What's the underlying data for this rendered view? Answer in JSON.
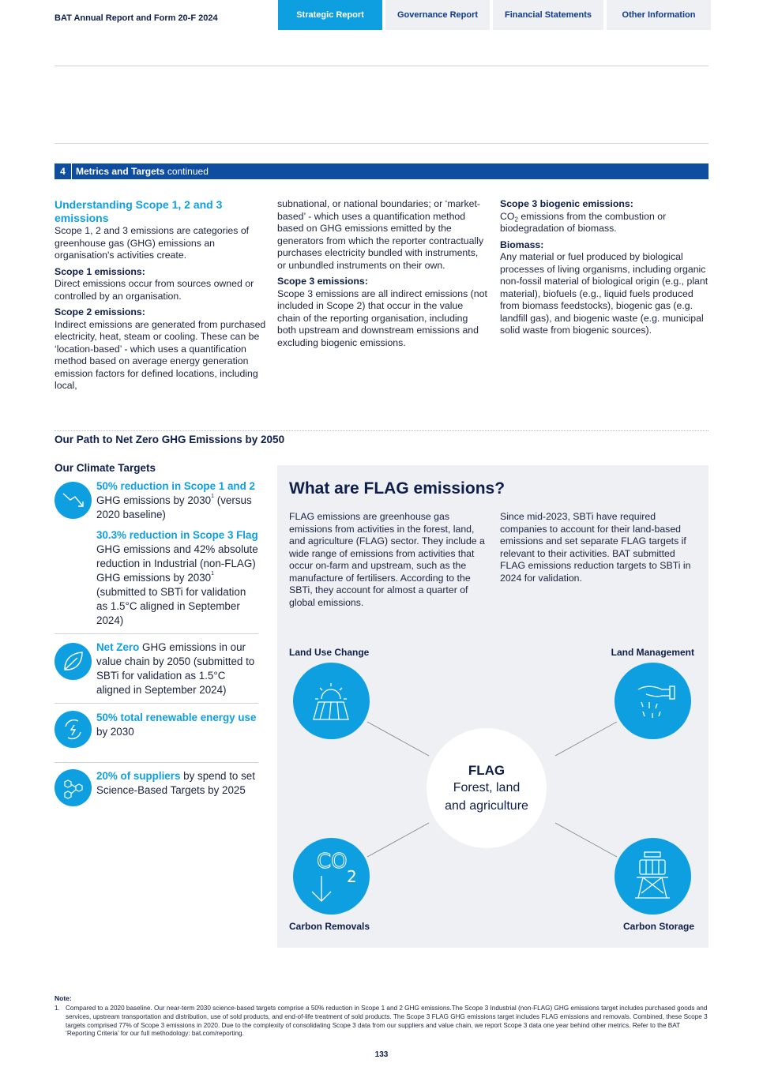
{
  "header": {
    "report_title": "BAT Annual Report and Form 20-F 2024",
    "tabs": [
      {
        "label": "Strategic Report"
      },
      {
        "label": "Governance Report"
      },
      {
        "label": "Financial Statements"
      },
      {
        "label": "Other Information"
      }
    ]
  },
  "section": {
    "number": "4",
    "title": "Metrics and Targets",
    "suffix": " continued"
  },
  "scope": {
    "heading": "Understanding Scope 1, 2 and 3 emissions",
    "intro": "Scope 1, 2 and 3 emissions are categories of greenhouse gas (GHG) emissions an organisation's activities create.",
    "s1_head": "Scope 1 emissions:",
    "s1_text": "Direct emissions occur from sources owned or controlled by an organisation.",
    "s2_head": "Scope 2 emissions:",
    "s2_text": "Indirect emissions are generated from purchased electricity, heat, steam or cooling. These can be ‘location-based’ - which uses a quantification method based on average energy generation emission factors for defined locations, including local, subnational, or national boundaries; or ‘market-based’ - which uses a quantification method based on GHG emissions emitted by the generators from which the reporter contractually purchases electricity bundled with instruments, or unbundled instruments on their own.",
    "s3_head": "Scope 3 emissions:",
    "s3_text": "Scope 3 emissions are all indirect emissions (not included in Scope 2) that occur in the value chain of the reporting organisation, including both upstream and downstream emissions and excluding biogenic emissions.",
    "s3b_head": "Scope 3 biogenic emissions:",
    "s3b_co": "CO",
    "s3b_sub": "2",
    "s3b_text": " emissions from the combustion or biodegradation of biomass.",
    "bio_head": "Biomass:",
    "bio_text": "Any material or fuel produced by biological processes of living organisms, including organic non-fossil material of biological origin (e.g., plant material), biofuels (e.g., liquid fuels produced from biomass feedstocks), biogenic gas (e.g. landfill gas), and biogenic waste (e.g. municipal solid waste from biogenic sources)."
  },
  "path": {
    "heading": "Our Path to Net Zero GHG Emissions by 2050",
    "climate_heading": "Our Climate Targets"
  },
  "targets": {
    "t1_bold": "50% reduction in Scope 1 and 2",
    "t1_text": " GHG emissions by 2030",
    "t1_sup": "1",
    "t1_text2": " (versus 2020 baseline)",
    "t1b_bold": "30.3% reduction in Scope 3 Flag",
    "t1b_text": " GHG emissions and 42% absolute reduction in Industrial (non-FLAG) GHG emissions by 2030",
    "t1b_sup": "1",
    "t1b_text2": " (submitted to SBTi for validation as 1.5°C aligned in September 2024)",
    "t2_bold": "Net Zero",
    "t2_text": " GHG emissions in our value chain by 2050 (submitted to SBTi for validation as 1.5°C aligned in September 2024)",
    "t3_bold": "50% total renewable energy use",
    "t3_text": " by 2030",
    "t4_bold": "20% of suppliers",
    "t4_text": " by spend to set Science-Based Targets by 2025"
  },
  "flag": {
    "title": "What are FLAG emissions?",
    "p1": "FLAG emissions are greenhouse gas emissions from activities in the forest, land, and agriculture (FLAG) sector. They include a wide range of emissions from activities that occur on-farm and upstream, such as the manufacture of fertilisers. According to the SBTi, they account for almost a quarter of global emissions.",
    "p2": "Since mid-2023, SBTi have required companies to account for their land-based emissions and set separate FLAG targets if relevant to their activities. BAT submitted FLAG emissions reduction targets to SBTi in 2024 for validation.",
    "land_use": "Land Use Change",
    "land_mgmt": "Land Management",
    "carbon_removals": "Carbon Removals",
    "carbon_storage": "Carbon Storage",
    "center_title": "FLAG",
    "center_line1": "Forest, land",
    "center_line2": "and agriculture",
    "co2_co": "CO",
    "co2_sub": "2"
  },
  "footer": {
    "note_head": "Note:",
    "note_num": "1.",
    "note_text": "Compared to a 2020 baseline. Our near-term 2030 science-based targets comprise a 50% reduction in Scope 1 and 2 GHG emissions.The Scope 3 Industrial (non-FLAG) GHG emissions target includes purchased goods and services, upstream transportation and distribution, use of sold products, and end-of-life treatment of sold products. The Scope 3 FLAG GHG emissions target includes FLAG emissions and removals. Combined, these Scope 3 targets comprised 77% of Scope 3 emissions in 2020. Due to the complexity of consolidating Scope 3 data from our suppliers and value chain, we report Scope 3 data one year behind other metrics. Refer to the BAT ‘Reporting Criteria’ for our full methodology: bat.com/reporting.",
    "page": "133"
  },
  "colors": {
    "accent": "#0e9fe0",
    "navy": "#0e4da0",
    "panel": "#eef0f3"
  }
}
